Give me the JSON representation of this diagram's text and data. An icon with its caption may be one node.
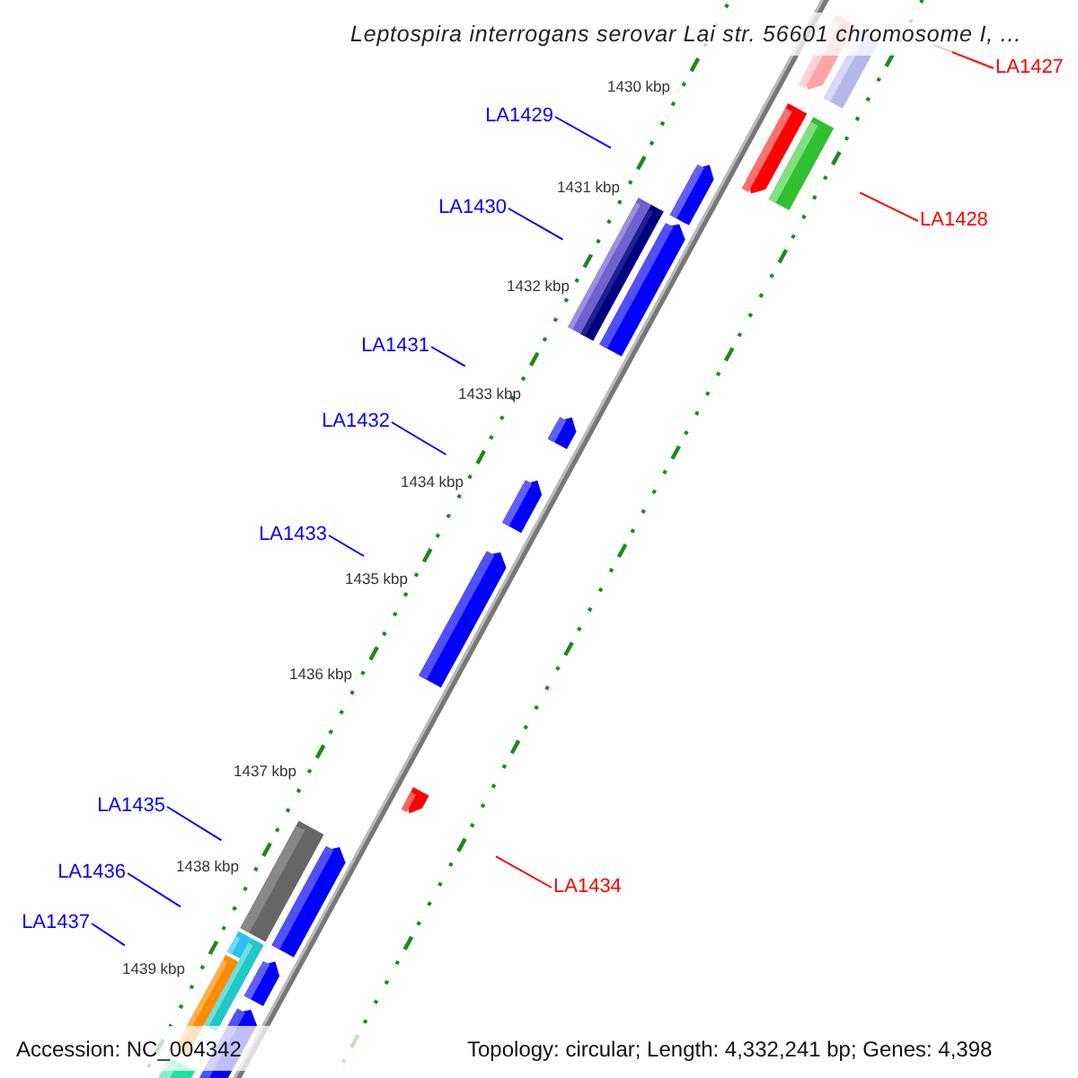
{
  "diagram": {
    "title": "Leptospira interrogans serovar Lai str. 56601 chromosome I, ...",
    "nodes": [
      {
        "text": [
          "LA1427"
        ]
      },
      {
        "text": [
          "LA1428"
        ]
      },
      {
        "text": [
          "LA1429"
        ]
      },
      {
        "text": [
          "LA1430"
        ]
      },
      {
        "text": [
          "LA1431"
        ]
      },
      {
        "text": [
          "LA1432"
        ]
      },
      {
        "text": [
          "LA1433"
        ]
      },
      {
        "text": [
          "LA1434"
        ]
      },
      {
        "text": [
          "LA1435"
        ]
      },
      {
        "text": [
          "LA1436"
        ]
      },
      {
        "text": [
          "LA1437"
        ]
      }
    ],
    "edges": [
      {
        "from": 0,
        "to": null,
        "arrow": "none",
        "color": "#ff0000"
      },
      {
        "from": 1,
        "to": null,
        "arrow": "none",
        "color": "#ff0000"
      },
      {
        "from": 2,
        "to": null,
        "arrow": "none"
      },
      {
        "from": 3,
        "to": null,
        "arrow": "none"
      },
      {
        "from": 4,
        "to": null,
        "arrow": "none"
      },
      {
        "from": 5,
        "to": null,
        "arrow": "none"
      },
      {
        "from": 6,
        "to": null,
        "arrow": "none"
      },
      {
        "from": 7,
        "to": null,
        "arrow": "none",
        "color": "#ff0000"
      },
      {
        "from": 8,
        "to": null,
        "arrow": "none"
      },
      {
        "from": 9,
        "to": null,
        "arrow": "none"
      },
      {
        "from": 10,
        "to": null,
        "arrow": "none"
      }
    ],
    "labels": [
      "1430 kbp",
      "1431 kbp",
      "1432 kbp",
      "1433 kbp",
      "1434 kbp",
      "1435 kbp",
      "1436 kbp",
      "1437 kbp",
      "1438 kbp",
      "1439 kbp",
      "Accession: NC_004342",
      "Topology: circular; Length: 4,332,241 bp; Genes: 4,398"
    ]
  }
}
